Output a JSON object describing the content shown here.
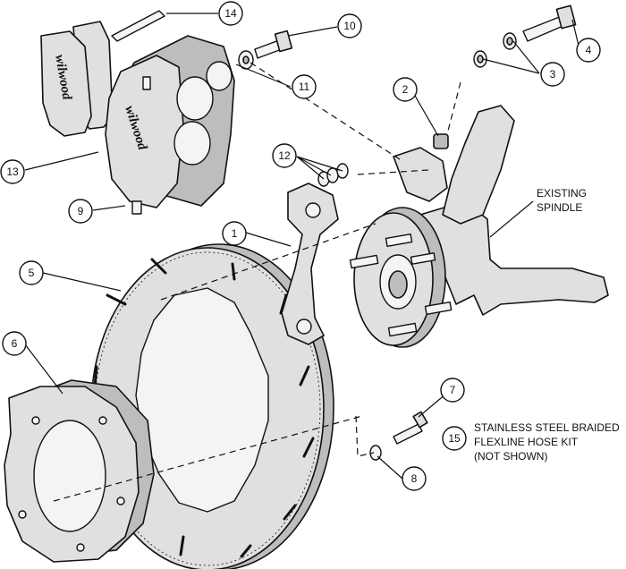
{
  "callouts": [
    {
      "id": "1",
      "label": "1"
    },
    {
      "id": "2",
      "label": "2"
    },
    {
      "id": "3",
      "label": "3"
    },
    {
      "id": "4",
      "label": "4"
    },
    {
      "id": "5",
      "label": "5"
    },
    {
      "id": "6",
      "label": "6"
    },
    {
      "id": "7",
      "label": "7"
    },
    {
      "id": "8",
      "label": "8"
    },
    {
      "id": "9",
      "label": "9"
    },
    {
      "id": "10",
      "label": "10"
    },
    {
      "id": "11",
      "label": "11"
    },
    {
      "id": "12",
      "label": "12"
    },
    {
      "id": "13",
      "label": "13"
    },
    {
      "id": "14",
      "label": "14"
    },
    {
      "id": "15",
      "label": "15"
    }
  ],
  "labels": {
    "existing_spindle_line1": "EXISTING",
    "existing_spindle_line2": "SPINDLE",
    "hose_kit_line1": "STAINLESS STEEL BRAIDED",
    "hose_kit_line2": "FLEXLINE HOSE KIT",
    "hose_kit_line3": "(NOT SHOWN)"
  },
  "branding": {
    "pad_logo": "wilwood",
    "caliper_logo": "wilwood"
  }
}
